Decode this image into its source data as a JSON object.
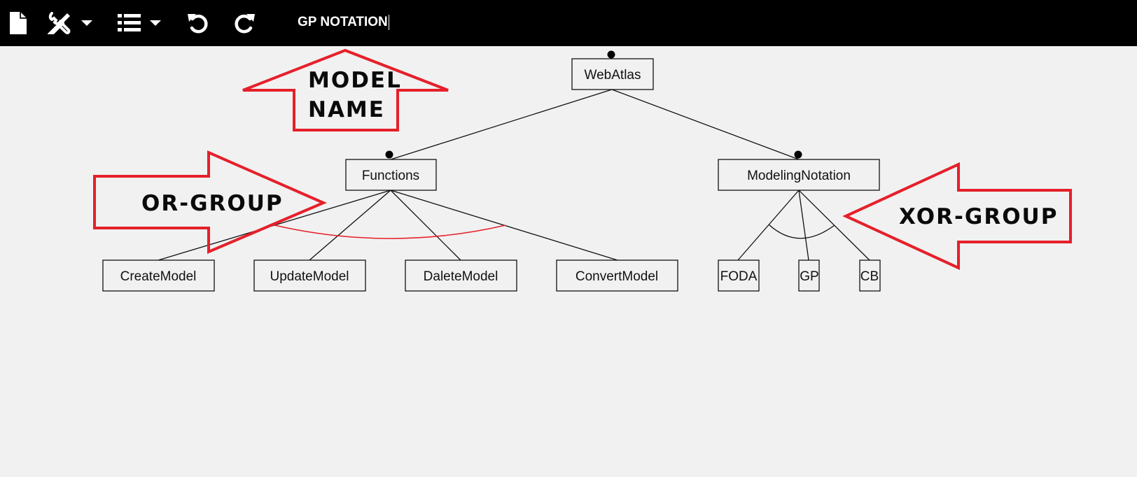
{
  "toolbar": {
    "model_name": "GP NOTATION",
    "buttons": [
      {
        "name": "new-file",
        "icon": "file-icon"
      },
      {
        "name": "tools-menu",
        "icon": "wrench-screwdriver-icon"
      },
      {
        "name": "list-menu",
        "icon": "list-icon"
      },
      {
        "name": "undo",
        "icon": "undo-icon"
      },
      {
        "name": "redo",
        "icon": "redo-icon"
      }
    ]
  },
  "diagram": {
    "nodes": {
      "root": "WebAtlas",
      "functions": "Functions",
      "modeling_notation": "ModelingNotation",
      "create_model": "CreateModel",
      "update_model": "UpdateModel",
      "delete_model": "DaleteModel",
      "convert_model": "ConvertModel",
      "foda": "FODA",
      "gp": "GP",
      "cb": "CB"
    }
  },
  "annotations": {
    "model_name_line1": "MODEL",
    "model_name_line2": "NAME",
    "or_group": "OR-GROUP",
    "xor_group": "XOR-GROUP",
    "arrow_color": "#e5202a"
  }
}
